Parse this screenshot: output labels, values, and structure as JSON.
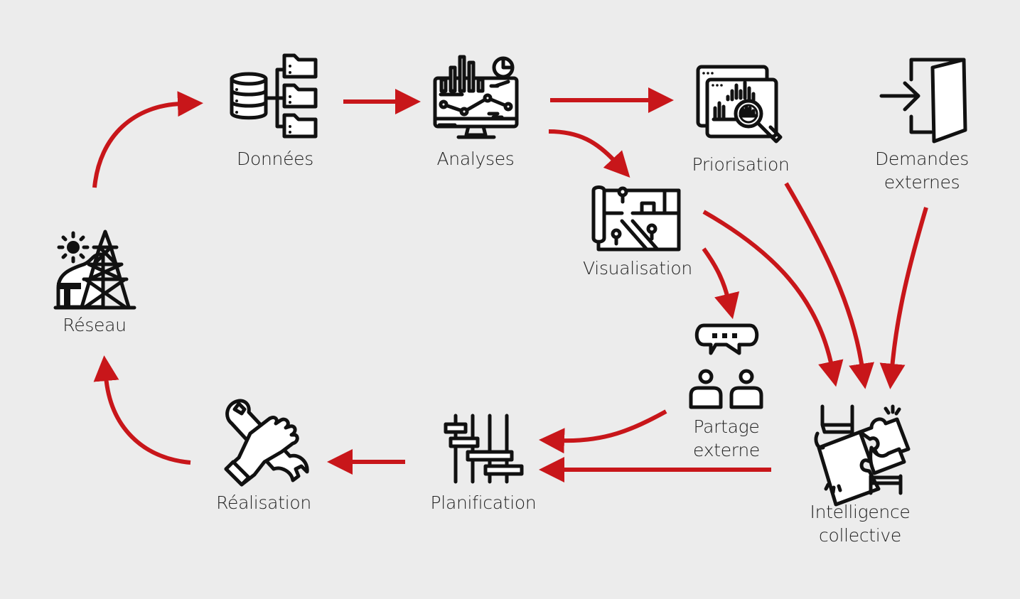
{
  "diagram": {
    "background": "#ececec",
    "arrow_color": "#c8161a",
    "icon_color": "#111111",
    "nodes": [
      {
        "id": "reseau",
        "label_lines": [
          "Réseau"
        ],
        "icon": "power-tower-icon"
      },
      {
        "id": "donnees",
        "label_lines": [
          "Données"
        ],
        "icon": "database-folders-icon"
      },
      {
        "id": "analyses",
        "label_lines": [
          "Analyses"
        ],
        "icon": "monitor-analytics-icon"
      },
      {
        "id": "priorisation",
        "label_lines": [
          "Priorisation"
        ],
        "icon": "magnify-chart-icon"
      },
      {
        "id": "demandes_externes",
        "label_lines": [
          "Demandes",
          "externes"
        ],
        "icon": "door-enter-icon"
      },
      {
        "id": "visualisation",
        "label_lines": [
          "Visualisation"
        ],
        "icon": "map-pins-icon"
      },
      {
        "id": "partage_externe",
        "label_lines": [
          "Partage",
          "externe"
        ],
        "icon": "people-chat-icon"
      },
      {
        "id": "intelligence_collective",
        "label_lines": [
          "Intelligence",
          "collective"
        ],
        "icon": "puzzle-hands-icon"
      },
      {
        "id": "planification",
        "label_lines": [
          "Planification"
        ],
        "icon": "gantt-icon"
      },
      {
        "id": "realisation",
        "label_lines": [
          "Réalisation"
        ],
        "icon": "wrench-hand-icon"
      }
    ],
    "edges": [
      {
        "from": "reseau",
        "to": "donnees"
      },
      {
        "from": "donnees",
        "to": "analyses"
      },
      {
        "from": "analyses",
        "to": "priorisation"
      },
      {
        "from": "analyses",
        "to": "visualisation"
      },
      {
        "from": "visualisation",
        "to": "partage_externe"
      },
      {
        "from": "visualisation",
        "to": "intelligence_collective"
      },
      {
        "from": "priorisation",
        "to": "intelligence_collective"
      },
      {
        "from": "demandes_externes",
        "to": "intelligence_collective"
      },
      {
        "from": "partage_externe",
        "to": "planification"
      },
      {
        "from": "intelligence_collective",
        "to": "planification"
      },
      {
        "from": "planification",
        "to": "realisation"
      },
      {
        "from": "realisation",
        "to": "reseau"
      }
    ]
  }
}
